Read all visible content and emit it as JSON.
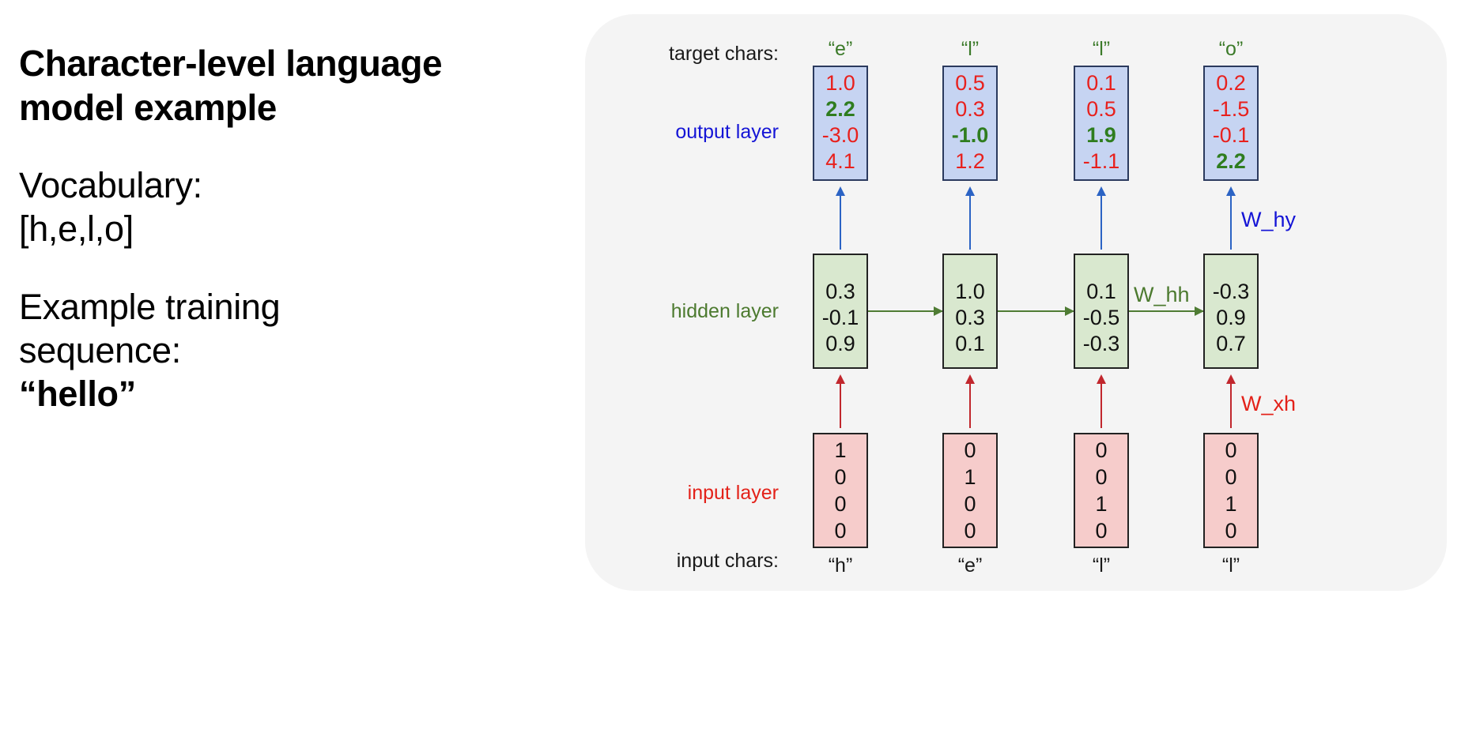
{
  "left_panel": {
    "title_lines": [
      "Character-level",
      "language model",
      "example"
    ],
    "paragraphs": [
      {
        "lines": [
          {
            "text": "Vocabulary:",
            "bold": false
          },
          {
            "text": "[h,e,l,o]",
            "bold": false
          }
        ]
      },
      {
        "lines": [
          {
            "text": "Example training",
            "bold": false
          },
          {
            "text": "sequence:",
            "bold": false
          },
          {
            "text": "“hello”",
            "bold": true
          }
        ]
      }
    ]
  },
  "diagram": {
    "row_labels": {
      "target_chars": "target chars:",
      "output_layer": "output layer",
      "hidden_layer": "hidden layer",
      "input_layer": "input layer",
      "input_chars": "input chars:"
    },
    "weights": {
      "w_hy": "W_hy",
      "w_hh": "W_hh",
      "w_xh": "W_xh"
    },
    "colors": {
      "card_background": "#f4f4f4",
      "output_box_fill": "#c6d4f2",
      "hidden_box_fill": "#d9e8cf",
      "input_box_fill": "#f6cccb",
      "output_label": "#1414d6",
      "hidden_label": "#4c7a2f",
      "input_label": "#e32119",
      "target_char": "#3b7a29",
      "value_red": "#e8201d",
      "value_green": "#2f7d1f",
      "arrow_blue": "#2b63c4",
      "arrow_green": "#4f7c34",
      "arrow_red": "#c1272d"
    },
    "columns": [
      {
        "target_char": "“e”",
        "input_char": "“h”",
        "output": [
          {
            "value": "1.0",
            "highlight": false
          },
          {
            "value": "2.2",
            "highlight": true
          },
          {
            "value": "-3.0",
            "highlight": false
          },
          {
            "value": "4.1",
            "highlight": false
          }
        ],
        "hidden": [
          "0.3",
          "-0.1",
          "0.9"
        ],
        "input": [
          "1",
          "0",
          "0",
          "0"
        ]
      },
      {
        "target_char": "“l”",
        "input_char": "“e”",
        "output": [
          {
            "value": "0.5",
            "highlight": false
          },
          {
            "value": "0.3",
            "highlight": false
          },
          {
            "value": "-1.0",
            "highlight": true
          },
          {
            "value": "1.2",
            "highlight": false
          }
        ],
        "hidden": [
          "1.0",
          "0.3",
          "0.1"
        ],
        "input": [
          "0",
          "1",
          "0",
          "0"
        ]
      },
      {
        "target_char": "“l”",
        "input_char": "“l”",
        "output": [
          {
            "value": "0.1",
            "highlight": false
          },
          {
            "value": "0.5",
            "highlight": false
          },
          {
            "value": "1.9",
            "highlight": true
          },
          {
            "value": "-1.1",
            "highlight": false
          }
        ],
        "hidden": [
          "0.1",
          "-0.5",
          "-0.3"
        ],
        "input": [
          "0",
          "0",
          "1",
          "0"
        ]
      },
      {
        "target_char": "“o”",
        "input_char": "“l”",
        "output": [
          {
            "value": "0.2",
            "highlight": false
          },
          {
            "value": "-1.5",
            "highlight": false
          },
          {
            "value": "-0.1",
            "highlight": false
          },
          {
            "value": "2.2",
            "highlight": true
          }
        ],
        "hidden": [
          "-0.3",
          "0.9",
          "0.7"
        ],
        "input": [
          "0",
          "0",
          "1",
          "0"
        ]
      }
    ]
  }
}
